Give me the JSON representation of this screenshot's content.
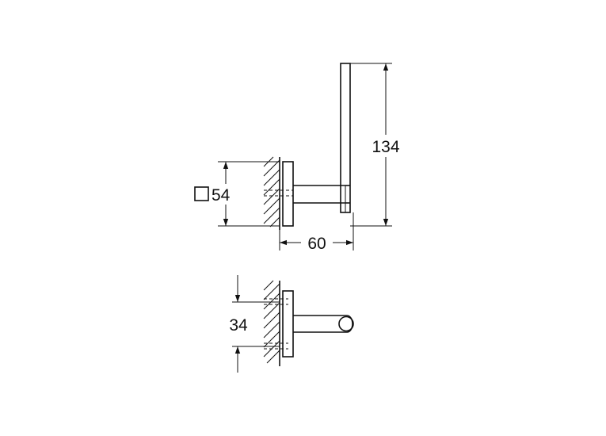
{
  "dimensions": {
    "height": "134",
    "square_side": "54",
    "projection": "60",
    "hole_spacing": "34"
  },
  "symbols": {
    "square_icon": "square-outline-icon"
  }
}
